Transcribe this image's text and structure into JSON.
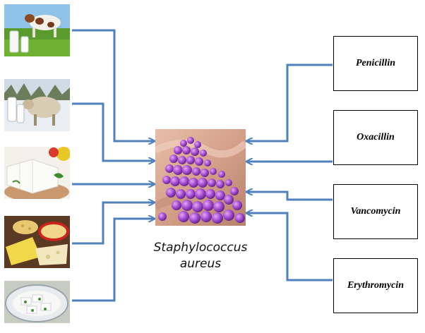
{
  "diagram": {
    "center": {
      "image_icon": "staphylococcus-aureus-micrograph",
      "caption_lines": [
        "Staphylococcus",
        "aureus"
      ]
    },
    "sources": [
      {
        "icon": "cow-milk-photo"
      },
      {
        "icon": "sheep-milk-photo"
      },
      {
        "icon": "white-cheese-photo"
      },
      {
        "icon": "assorted-cheese-photo"
      },
      {
        "icon": "cheese-dish-photo"
      }
    ],
    "antibiotics": [
      {
        "label": "Penicillin"
      },
      {
        "label": "Oxacillin"
      },
      {
        "label": "Vancomycin"
      },
      {
        "label": "Erythromycin"
      }
    ],
    "colors": {
      "arrow": "#4f81bd",
      "bacteria": "#a54bd1",
      "tissue": "#d4a08a"
    }
  }
}
